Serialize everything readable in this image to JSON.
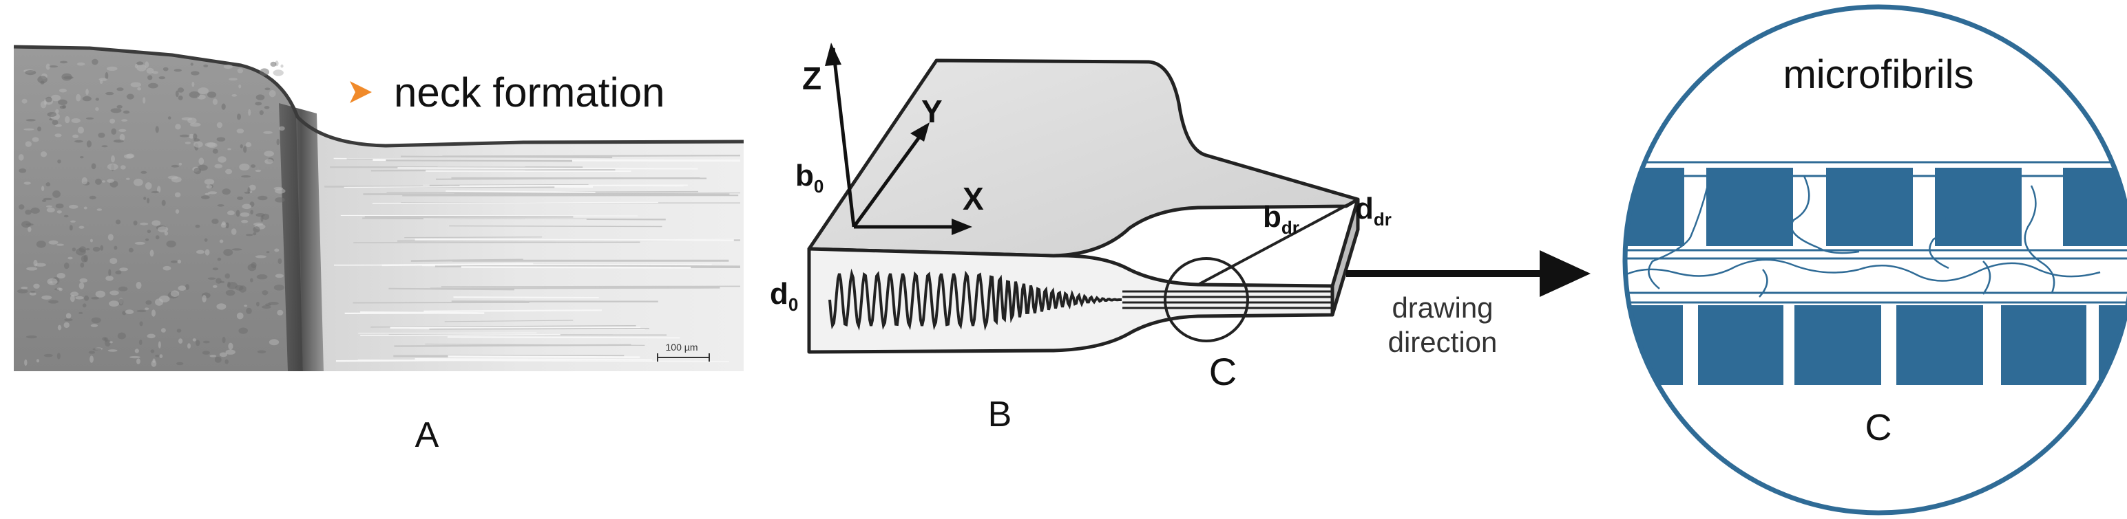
{
  "panel_a": {
    "annotation": "neck formation",
    "scale_bar": "100 µm",
    "label": "A"
  },
  "panel_b": {
    "axis_z": "Z",
    "axis_y": "Y",
    "axis_x": "X",
    "width_initial": {
      "base": "b",
      "sub": "0"
    },
    "thickness_initial": {
      "base": "d",
      "sub": "0"
    },
    "width_drawn": {
      "base": "b",
      "sub": "dr"
    },
    "thickness_drawn": {
      "base": "d",
      "sub": "dr"
    },
    "detail_marker": "C",
    "label": "B"
  },
  "arrow": {
    "line1": "drawing",
    "line2": "direction"
  },
  "panel_c": {
    "title": "microfibrils",
    "label": "C"
  },
  "colors": {
    "accent": "#2f6b96",
    "arrow_marker": "#f08a2a",
    "micrograph_dark": "#8c8c8c",
    "micrograph_light": "#e3e3e3"
  }
}
